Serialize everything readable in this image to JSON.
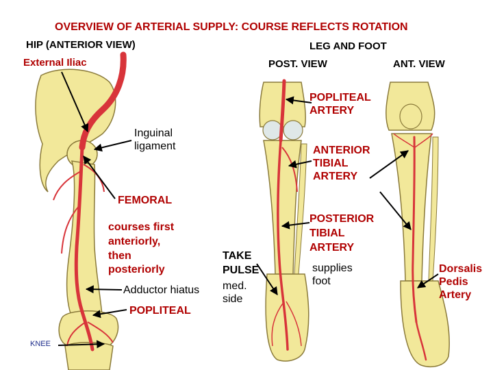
{
  "title": "OVERVIEW OF ARTERIAL SUPPLY: COURSE REFLECTS ROTATION",
  "labels": {
    "hip_view": "HIP (ANTERIOR VIEW)",
    "external_iliac": "External Iliac",
    "leg_foot": "LEG AND FOOT",
    "post_view": "POST. VIEW",
    "ant_view": "ANT. VIEW",
    "popliteal_artery": "POPLITEAL\nARTERY",
    "inguinal_ligament": "Inguinal\nligament",
    "anterior_tibial": "ANTERIOR\nTIBIAL\nARTERY",
    "femoral": "FEMORAL",
    "courses_first": "courses first\nanteriorly,\nthen\nposteriorly",
    "adductor_hiatus": "Adductor hiatus",
    "popliteal": "POPLITEAL",
    "take_pulse": "TAKE\nPULSE",
    "med_side": "med.\nside",
    "posterior_tibial": "POSTERIOR\nTIBIAL\nARTERY",
    "supplies_foot": "supplies\nfoot",
    "dorsalis_pedis": "Dorsalis\nPedis\nArtery",
    "knee": "KNEE"
  },
  "colors": {
    "title": "#b00000",
    "bone": "#f2e89a",
    "bone_edge": "#8a7a3a",
    "artery": "#d8343a",
    "pointer": "#000000"
  }
}
